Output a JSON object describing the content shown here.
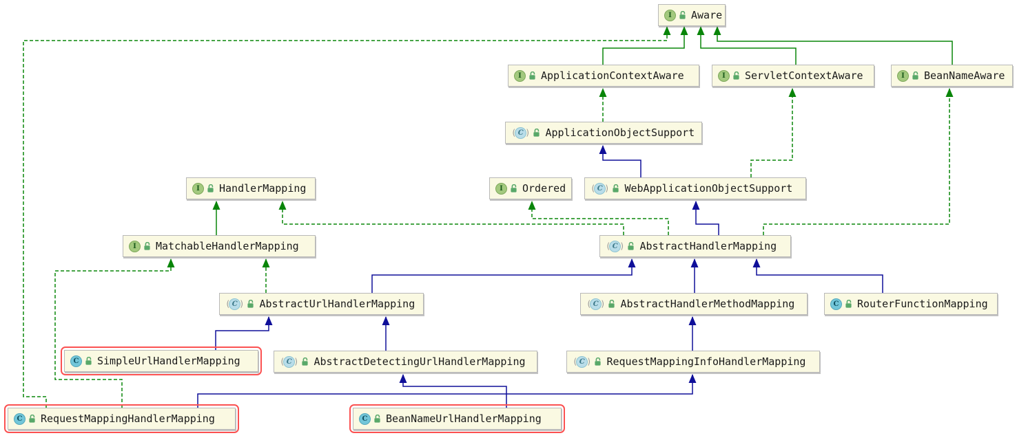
{
  "diagram": {
    "kind": "uml-class-hierarchy",
    "colors": {
      "interface_edge": "#098509",
      "class_extends_edge": "#0f0f99",
      "selection_highlight": "#fb5151",
      "node_fill": "#faf9e2",
      "node_border": "#b8b8b8",
      "interface_icon_fill": "#a3c97e",
      "class_icon_fill": "#72c6d9",
      "public_lock_icon": "#59a869"
    }
  },
  "icons": {
    "interface_letter": "I",
    "class_letter": "C",
    "paren_open": "(",
    "paren_close": ")"
  },
  "nodes": {
    "aware": {
      "label": "Aware",
      "kind": "interface",
      "selected": false
    },
    "application_context_aware": {
      "label": "ApplicationContextAware",
      "kind": "interface",
      "selected": false
    },
    "servlet_context_aware": {
      "label": "ServletContextAware",
      "kind": "interface",
      "selected": false
    },
    "bean_name_aware": {
      "label": "BeanNameAware",
      "kind": "interface",
      "selected": false
    },
    "application_object_support": {
      "label": "ApplicationObjectSupport",
      "kind": "abstract_class",
      "selected": false
    },
    "handler_mapping": {
      "label": "HandlerMapping",
      "kind": "interface",
      "selected": false
    },
    "ordered": {
      "label": "Ordered",
      "kind": "interface",
      "selected": false
    },
    "web_application_object_support": {
      "label": "WebApplicationObjectSupport",
      "kind": "abstract_class",
      "selected": false
    },
    "matchable_handler_mapping": {
      "label": "MatchableHandlerMapping",
      "kind": "interface",
      "selected": false
    },
    "abstract_handler_mapping": {
      "label": "AbstractHandlerMapping",
      "kind": "abstract_class",
      "selected": false
    },
    "abstract_url_handler_mapping": {
      "label": "AbstractUrlHandlerMapping",
      "kind": "abstract_class",
      "selected": false
    },
    "abstract_handler_method_mapping": {
      "label": "AbstractHandlerMethodMapping",
      "kind": "abstract_class",
      "selected": false
    },
    "router_function_mapping": {
      "label": "RouterFunctionMapping",
      "kind": "class",
      "selected": false
    },
    "simple_url_handler_mapping": {
      "label": "SimpleUrlHandlerMapping",
      "kind": "class",
      "selected": true
    },
    "abstract_detecting_url_handler_mapping": {
      "label": "AbstractDetectingUrlHandlerMapping",
      "kind": "abstract_class",
      "selected": false
    },
    "request_mapping_info_handler_mapping": {
      "label": "RequestMappingInfoHandlerMapping",
      "kind": "abstract_class",
      "selected": false
    },
    "request_mapping_handler_mapping": {
      "label": "RequestMappingHandlerMapping",
      "kind": "class",
      "selected": true
    },
    "bean_name_url_handler_mapping": {
      "label": "BeanNameUrlHandlerMapping",
      "kind": "class",
      "selected": true
    }
  },
  "edges": [
    {
      "from": "ApplicationContextAware",
      "to": "Aware",
      "type": "extends"
    },
    {
      "from": "ServletContextAware",
      "to": "Aware",
      "type": "extends"
    },
    {
      "from": "BeanNameAware",
      "to": "Aware",
      "type": "extends"
    },
    {
      "from": "MatchableHandlerMapping",
      "to": "HandlerMapping",
      "type": "extends"
    },
    {
      "from": "ApplicationObjectSupport",
      "to": "ApplicationContextAware",
      "type": "implements"
    },
    {
      "from": "WebApplicationObjectSupport",
      "to": "ApplicationObjectSupport",
      "type": "extends"
    },
    {
      "from": "WebApplicationObjectSupport",
      "to": "ServletContextAware",
      "type": "implements"
    },
    {
      "from": "AbstractHandlerMapping",
      "to": "WebApplicationObjectSupport",
      "type": "extends"
    },
    {
      "from": "AbstractHandlerMapping",
      "to": "HandlerMapping",
      "type": "implements"
    },
    {
      "from": "AbstractHandlerMapping",
      "to": "Ordered",
      "type": "implements"
    },
    {
      "from": "AbstractHandlerMapping",
      "to": "BeanNameAware",
      "type": "implements"
    },
    {
      "from": "AbstractUrlHandlerMapping",
      "to": "AbstractHandlerMapping",
      "type": "extends"
    },
    {
      "from": "AbstractUrlHandlerMapping",
      "to": "MatchableHandlerMapping",
      "type": "implements"
    },
    {
      "from": "AbstractHandlerMethodMapping",
      "to": "AbstractHandlerMapping",
      "type": "extends"
    },
    {
      "from": "RouterFunctionMapping",
      "to": "AbstractHandlerMapping",
      "type": "extends"
    },
    {
      "from": "SimpleUrlHandlerMapping",
      "to": "AbstractUrlHandlerMapping",
      "type": "extends"
    },
    {
      "from": "AbstractDetectingUrlHandlerMapping",
      "to": "AbstractUrlHandlerMapping",
      "type": "extends"
    },
    {
      "from": "RequestMappingInfoHandlerMapping",
      "to": "AbstractHandlerMethodMapping",
      "type": "extends"
    },
    {
      "from": "BeanNameUrlHandlerMapping",
      "to": "AbstractDetectingUrlHandlerMapping",
      "type": "extends"
    },
    {
      "from": "RequestMappingHandlerMapping",
      "to": "RequestMappingInfoHandlerMapping",
      "type": "extends"
    },
    {
      "from": "RequestMappingHandlerMapping",
      "to": "MatchableHandlerMapping",
      "type": "implements"
    },
    {
      "from": "RequestMappingHandlerMapping",
      "to": "Aware",
      "type": "implements"
    }
  ]
}
